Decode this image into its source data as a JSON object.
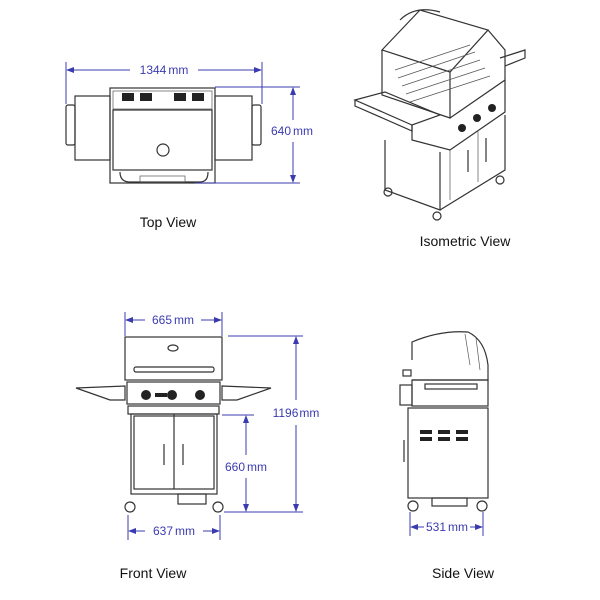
{
  "views": {
    "top": {
      "caption": "Top View",
      "width_label": "1344",
      "depth_label": "640",
      "unit": "mm"
    },
    "isometric": {
      "caption": "Isometric View"
    },
    "front": {
      "caption": "Front View",
      "lid_width_label": "665",
      "height_label": "1196",
      "cart_height_label": "660",
      "cart_width_label": "637",
      "unit": "mm"
    },
    "side": {
      "caption": "Side View",
      "depth_label": "531",
      "unit": "mm"
    }
  },
  "colors": {
    "dimension": "#3b3bb0",
    "outline": "#333333"
  }
}
